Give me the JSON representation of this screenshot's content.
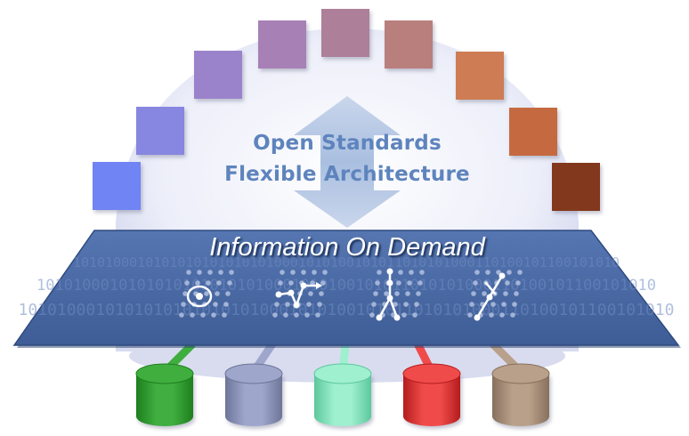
{
  "diagram": {
    "center_text": {
      "line1": "Open Standards",
      "line2": "Flexible Architecture"
    },
    "banner_title": "Information On Demand",
    "binary_texture": "10101000101010101010101010001010100101011010101000110100101100101010",
    "arc_squares": [
      {
        "color": "#6f84f4"
      },
      {
        "color": "#8786e0"
      },
      {
        "color": "#9a83cb"
      },
      {
        "color": "#a780b6"
      },
      {
        "color": "#ad7f99"
      },
      {
        "color": "#b87f7d"
      },
      {
        "color": "#ce7b53"
      },
      {
        "color": "#c56a3f"
      },
      {
        "color": "#82391a"
      }
    ],
    "cylinders": [
      {
        "name": "green",
        "color": "#3fae3f",
        "dark": "#1e7f1e"
      },
      {
        "name": "slate",
        "color": "#9ea6cc",
        "dark": "#6d7598"
      },
      {
        "name": "mint",
        "color": "#9ff0cf",
        "dark": "#5cc79d"
      },
      {
        "name": "red",
        "color": "#f04b4b",
        "dark": "#b41d1d"
      },
      {
        "name": "brown",
        "color": "#b9a08a",
        "dark": "#87705d"
      }
    ],
    "icons": [
      {
        "name": "target-icon"
      },
      {
        "name": "trend-line-icon"
      },
      {
        "name": "tree-hierarchy-icon"
      },
      {
        "name": "diagonal-link-icon"
      }
    ],
    "colors": {
      "text_blue": "#5e84bd",
      "panel_blue": "#4a6aa5",
      "dome": "#e6e8f6"
    }
  }
}
